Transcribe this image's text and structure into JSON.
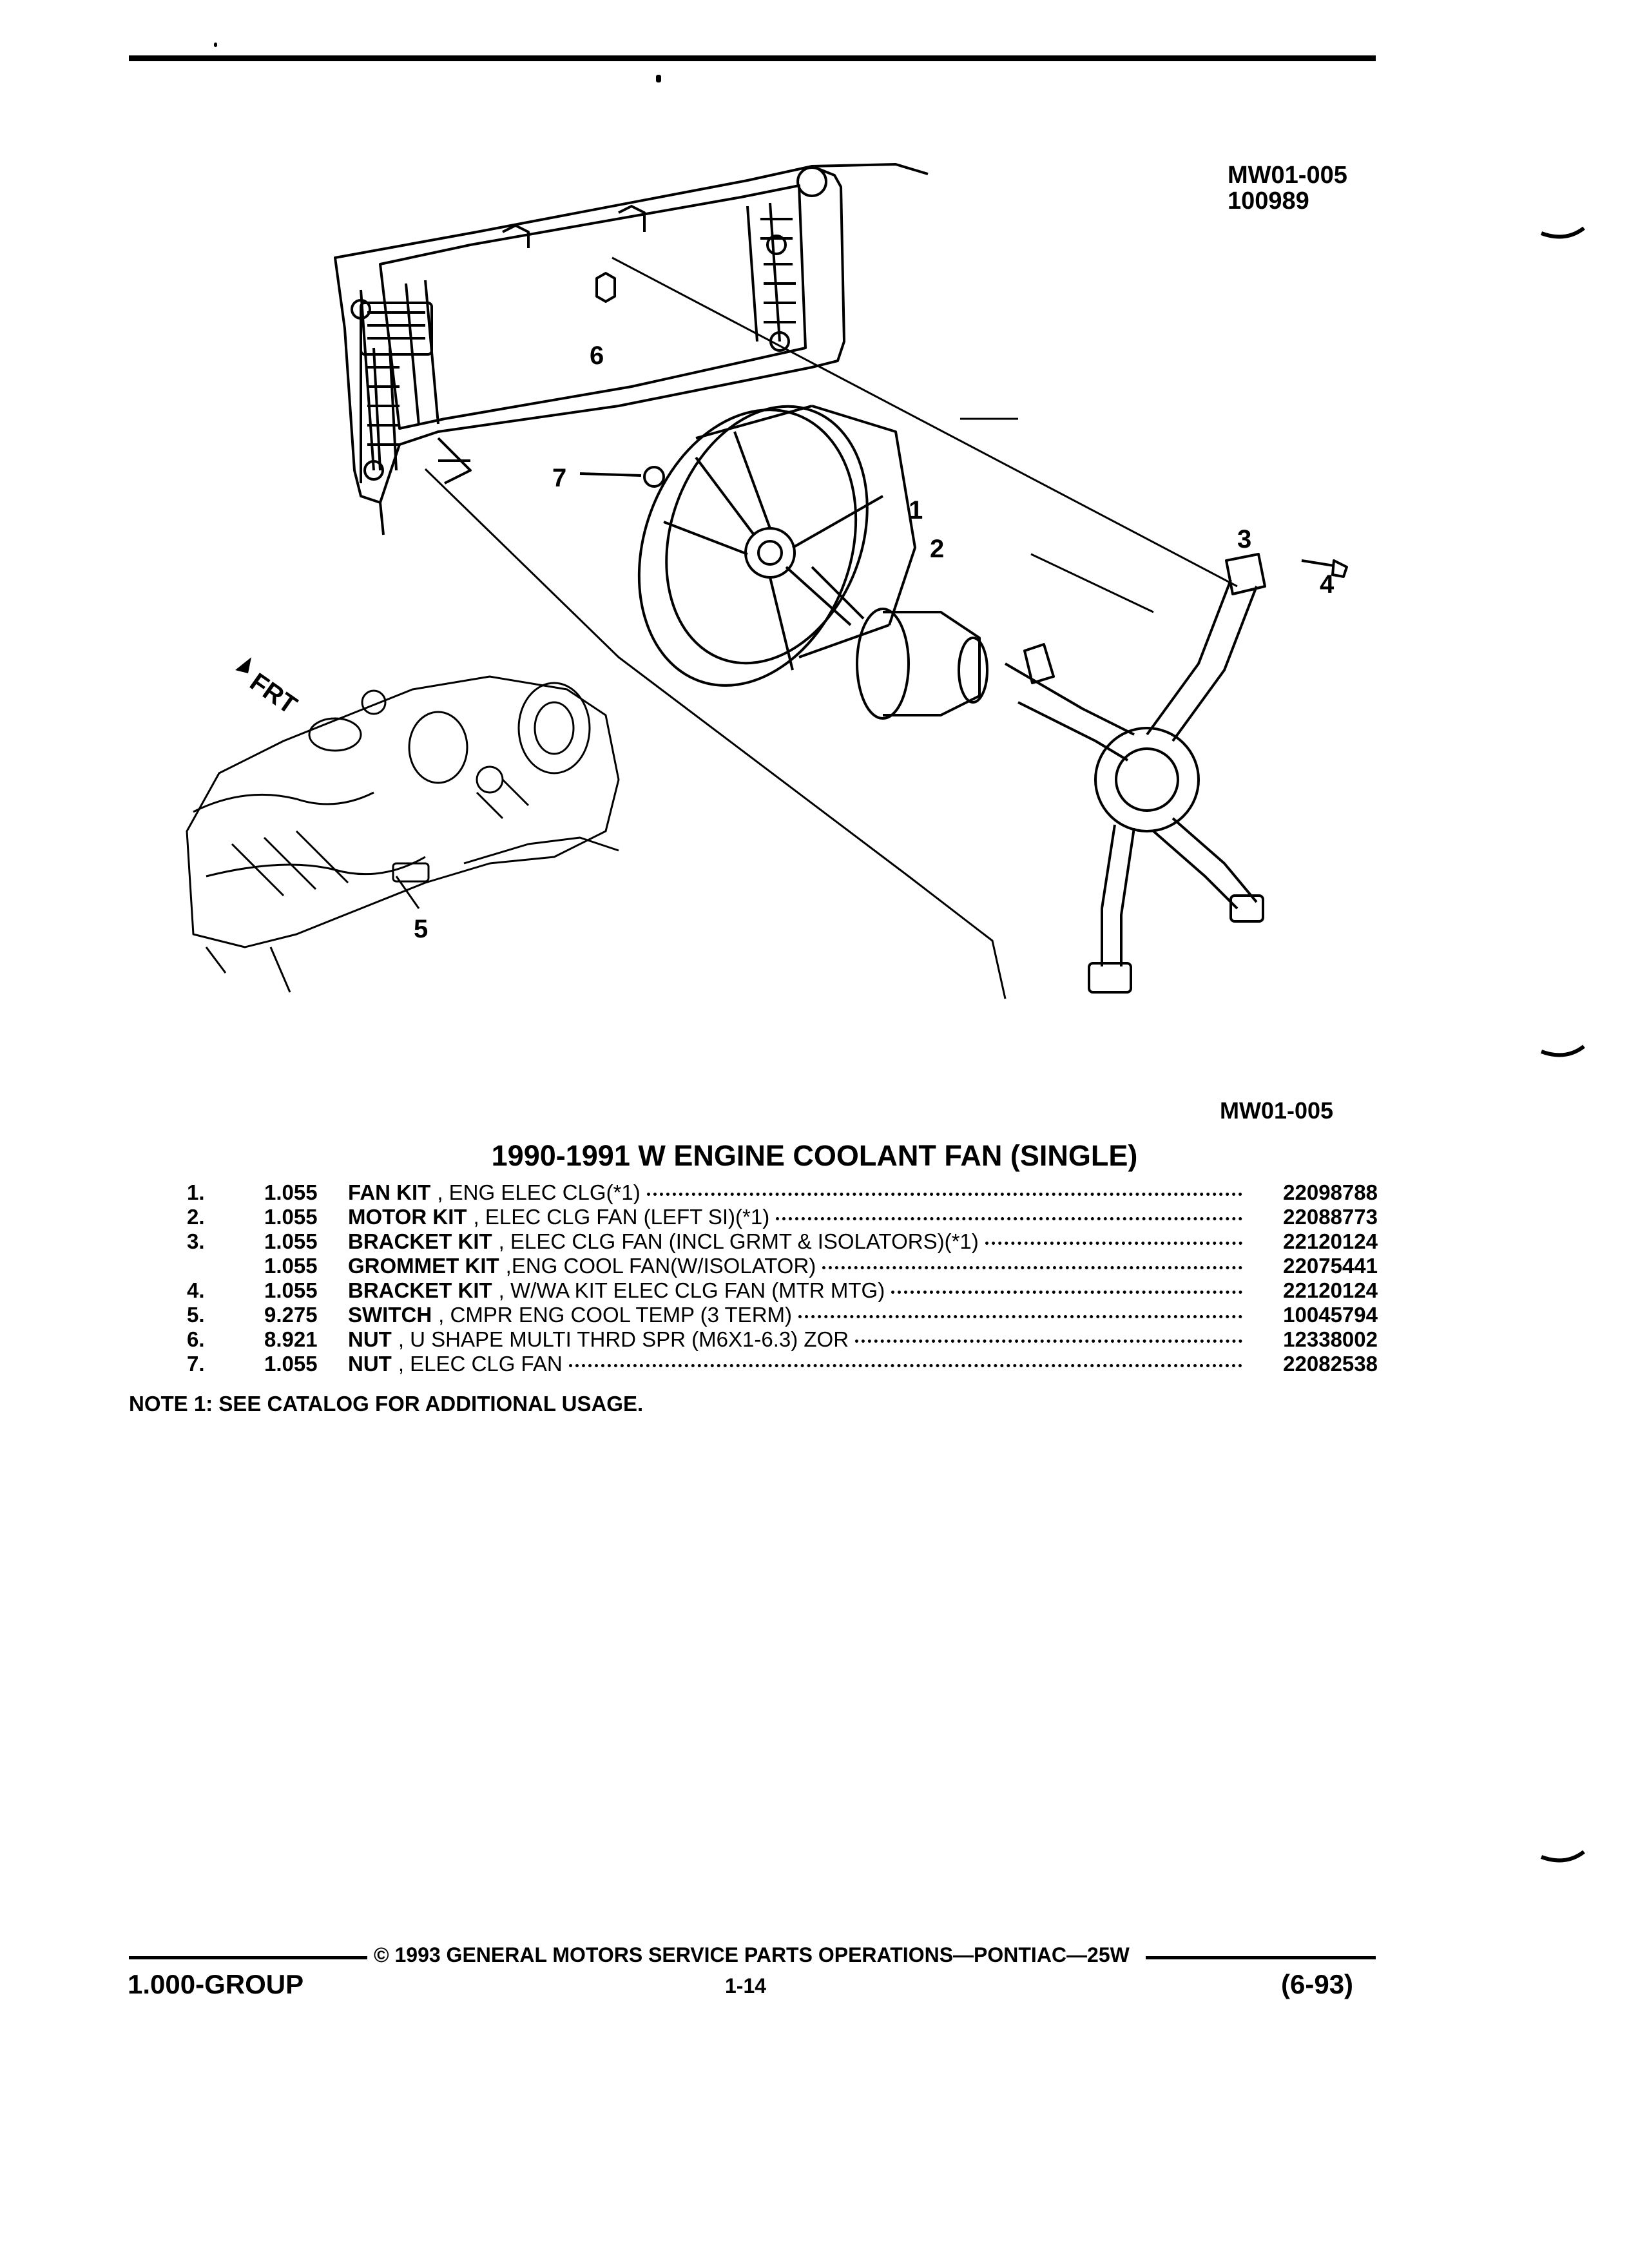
{
  "figure": {
    "id": "MW01-005",
    "code": "100989",
    "ref": "MW01-005"
  },
  "diagram": {
    "callouts": [
      "1",
      "2",
      "3",
      "4",
      "5",
      "6",
      "7"
    ],
    "front_label": "FRT"
  },
  "title": "1990-1991 W ENGINE COOLANT FAN (SINGLE)",
  "parts": [
    {
      "no": "1.",
      "group": "1.055",
      "name": "FAN KIT",
      "detail": ", ENG ELEC CLG(*1)",
      "part_number": "22098788"
    },
    {
      "no": "2.",
      "group": "1.055",
      "name": "MOTOR KIT",
      "detail": ", ELEC CLG FAN (LEFT SI)(*1)",
      "part_number": "22088773"
    },
    {
      "no": "3.",
      "group": "1.055",
      "name": "BRACKET KIT",
      "detail": ", ELEC CLG FAN (INCL GRMT & ISOLATORS)(*1)",
      "part_number": "22120124"
    },
    {
      "no": "",
      "group": "1.055",
      "name": "GROMMET KIT",
      "detail": ",ENG COOL FAN(W/ISOLATOR)",
      "part_number": "22075441"
    },
    {
      "no": "4.",
      "group": "1.055",
      "name": "BRACKET KIT",
      "detail": ", W/WA KIT ELEC CLG FAN (MTR MTG)",
      "part_number": "22120124"
    },
    {
      "no": "5.",
      "group": "9.275",
      "name": "SWITCH",
      "detail": ", CMPR ENG COOL TEMP (3 TERM)",
      "part_number": "10045794"
    },
    {
      "no": "6.",
      "group": "8.921",
      "name": "NUT",
      "detail": ", U SHAPE MULTI THRD SPR (M6X1-6.3) ZOR",
      "part_number": "12338002"
    },
    {
      "no": "7.",
      "group": "1.055",
      "name": "NUT",
      "detail": ", ELEC CLG FAN",
      "part_number": "22082538"
    }
  ],
  "note": "NOTE  1:  SEE CATALOG FOR ADDITIONAL USAGE.",
  "footer": {
    "copyright": "© 1993  GENERAL MOTORS SERVICE PARTS OPERATIONS—PONTIAC—25W",
    "group": "1.000-GROUP",
    "page": "1-14",
    "date": "(6-93)"
  }
}
